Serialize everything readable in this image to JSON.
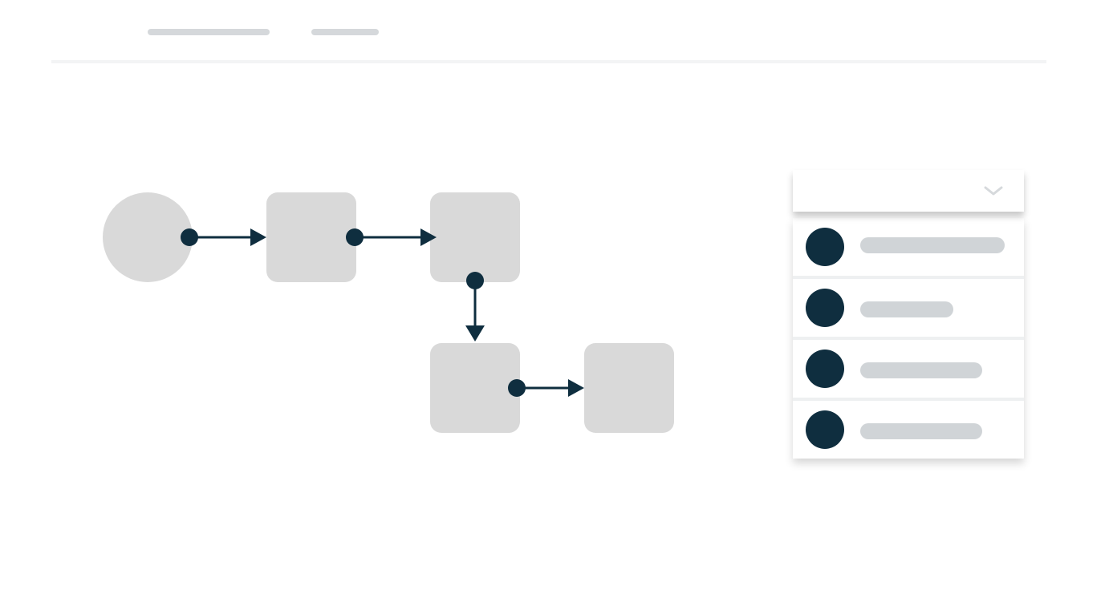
{
  "colors": {
    "node_fill": "#d9d9d9",
    "connector": "#0f2e3f",
    "placeholder_bar": "#d0d4d7",
    "header_line": "#f3f4f5"
  },
  "header": {
    "nav_items": [
      "",
      ""
    ]
  },
  "flow": {
    "nodes": [
      {
        "shape": "circle",
        "label": ""
      },
      {
        "shape": "rounded-square",
        "label": ""
      },
      {
        "shape": "rounded-square",
        "label": ""
      },
      {
        "shape": "rounded-square",
        "label": ""
      },
      {
        "shape": "rounded-square",
        "label": ""
      }
    ],
    "edges": [
      [
        0,
        1
      ],
      [
        1,
        2
      ],
      [
        2,
        3
      ],
      [
        3,
        4
      ]
    ]
  },
  "dropdown": {
    "selected": "",
    "icon": "chevron-down-icon",
    "items": [
      {
        "avatar": "avatar",
        "label": ""
      },
      {
        "avatar": "avatar",
        "label": ""
      },
      {
        "avatar": "avatar",
        "label": ""
      },
      {
        "avatar": "avatar",
        "label": ""
      }
    ]
  }
}
